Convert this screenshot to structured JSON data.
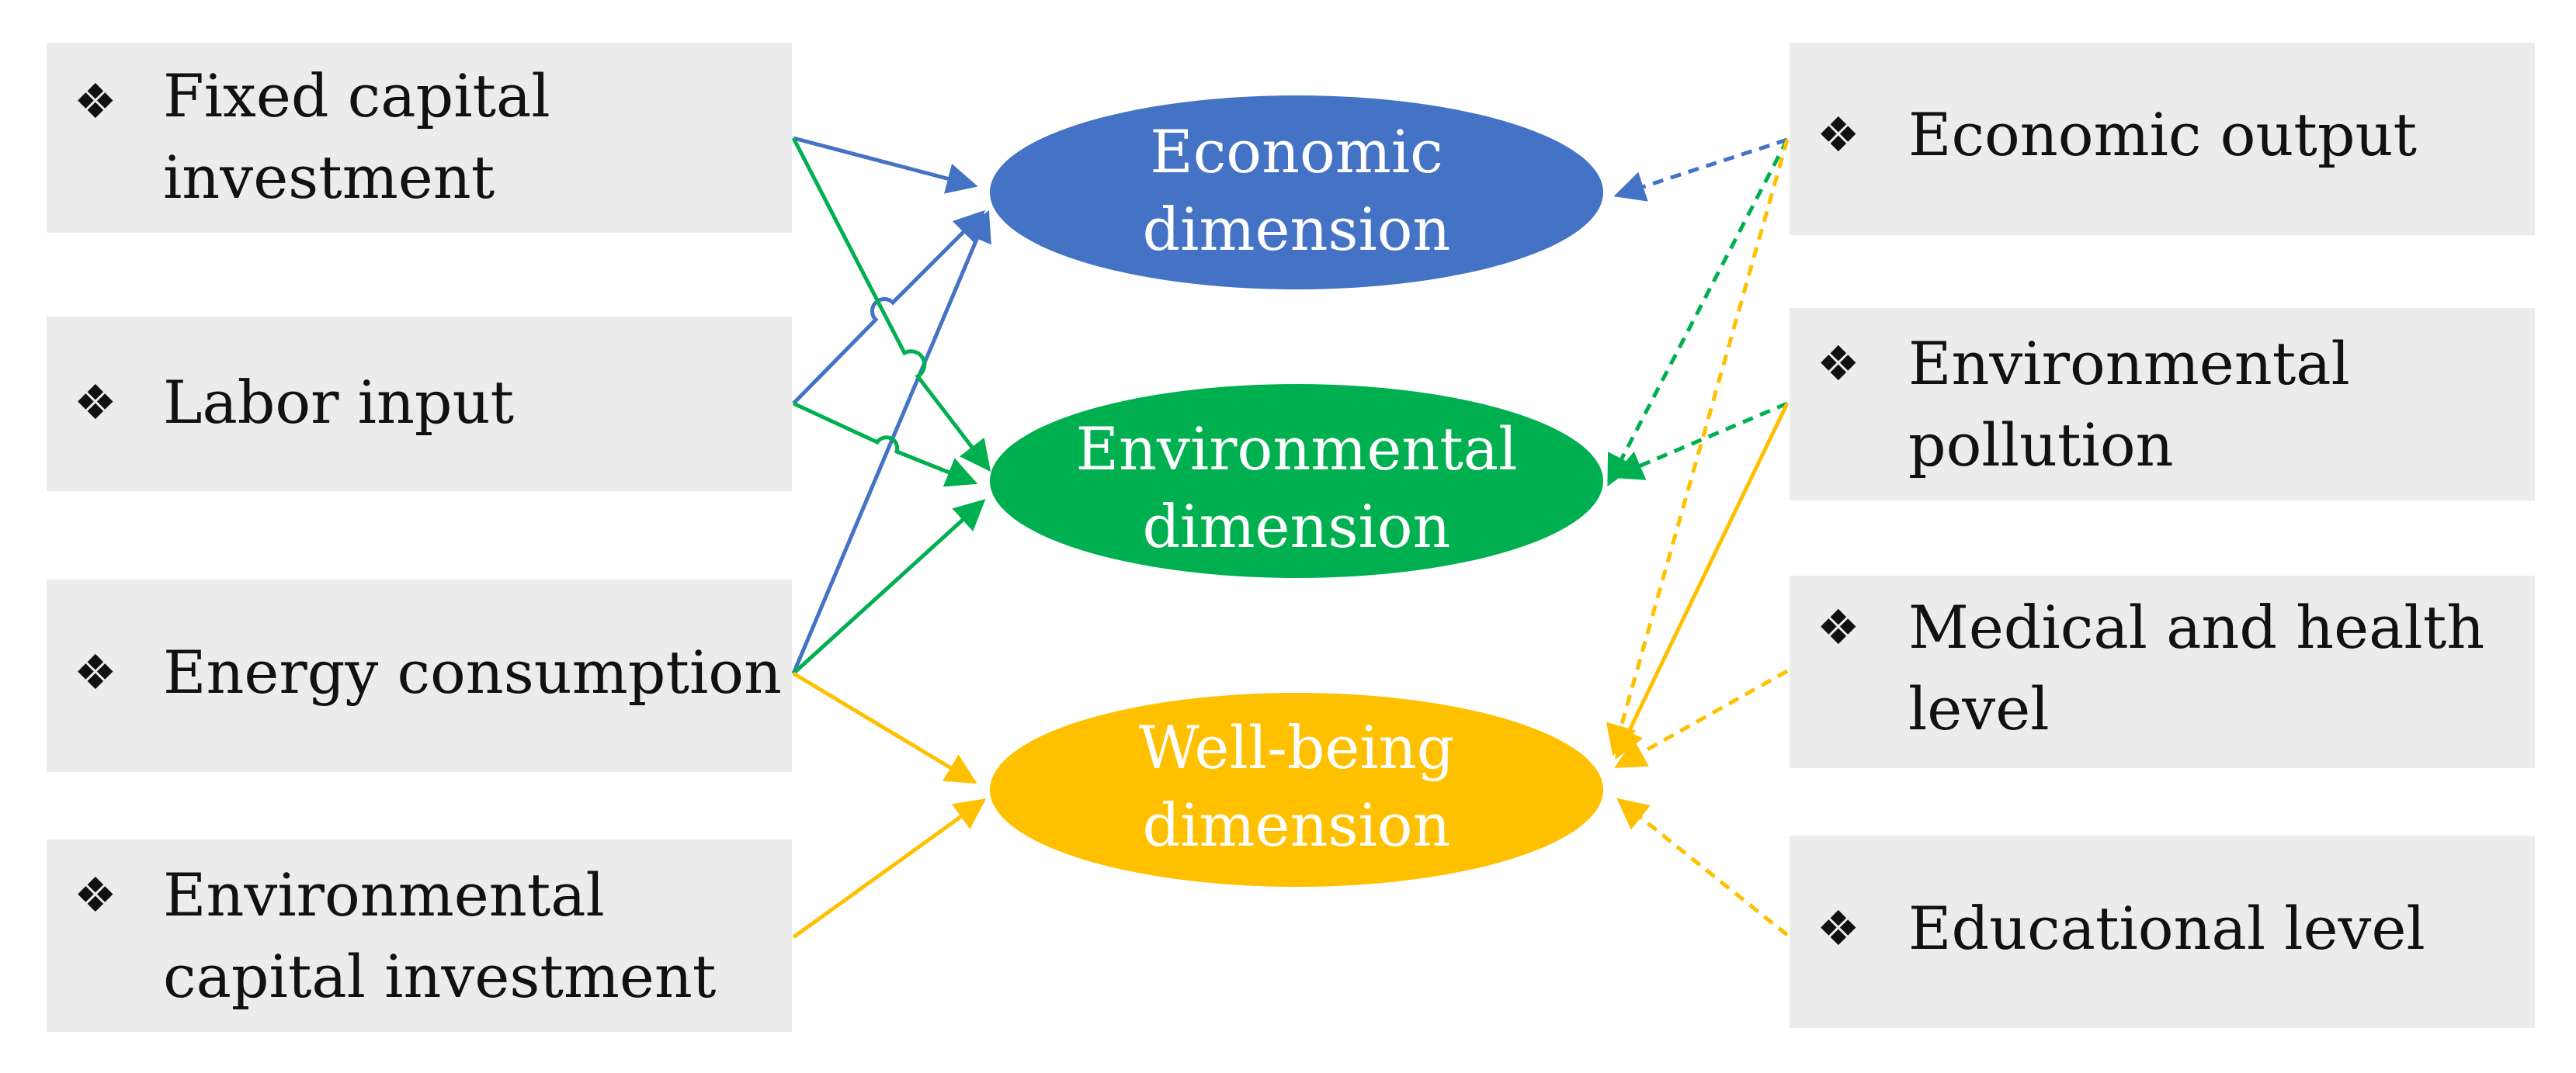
{
  "colors": {
    "economic": "#4472c4",
    "environmental": "#00b050",
    "wellbeing": "#ffc000",
    "box_fill": "#ececec"
  },
  "bullet_icon": "diamond-four-bullet-icon",
  "inputs": [
    {
      "line1": "Fixed capital",
      "line2": "investment"
    },
    {
      "line1": "Labor input"
    },
    {
      "line1": "Energy consumption"
    },
    {
      "line1": "Environmental",
      "line2": "capital investment"
    }
  ],
  "outputs": [
    {
      "line1": "Economic output"
    },
    {
      "line1": "Environmental",
      "line2": "pollution"
    },
    {
      "line1": "Medical and health",
      "line2": "level"
    },
    {
      "line1": "Educational level"
    }
  ],
  "dimensions": {
    "economic": {
      "line1": "Economic",
      "line2": "dimension"
    },
    "environmental": {
      "line1": "Environmental",
      "line2": "dimension"
    },
    "wellbeing": {
      "line1": "Well-being",
      "line2": "dimension"
    }
  }
}
